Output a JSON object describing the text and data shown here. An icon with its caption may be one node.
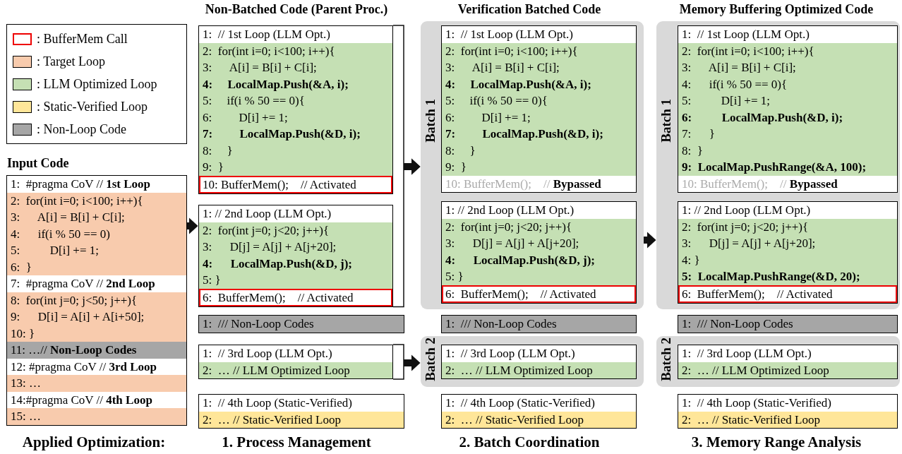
{
  "diagram": {
    "nodes": [
      {
        "text": [
          "Input Code",
          "1:  #pragma CoV // **1st Loop**",
          "2:  for(int i=0; i<100; i++){",
          "3:      A[i] = B[i] + C[i];",
          "4:      if(i % 50 == 0)",
          "5:          D[i] += 1;",
          "6:  }",
          "7:  #pragma CoV // **2nd Loop**",
          "8:  for(int j=0; j<50; j++){",
          "9:      D[i] = A[i] + A[i+50];",
          "10: }",
          "11: …// **Non-Loop Codes**",
          "12: #pragma CoV // **3rd Loop**",
          "13: …",
          "14:#pragma CoV // **4th Loop**",
          "15: …"
        ]
      },
      {
        "text": [
          "1:  // 1st Loop (LLM Opt.)",
          "2:  for(int i=0; i<100; i++){",
          "3:      A[i] = B[i] + C[i];",
          "4:     LocalMap.Push(&A, i);",
          "5:     if(i % 50 == 0){",
          "6:         D[i] += 1;",
          "7:         LocalMap.Push(&D, i);",
          "8:     }",
          "9:  }"
        ]
      },
      {
        "text": [
          "10: BufferMem();    // Activated"
        ],
        "in": 1
      },
      {
        "text": [
          "1: // 2nd Loop (LLM Opt.)",
          "2:  for(int j=0; j<20; j++){",
          "3:      D[j] = A[j] + A[j+20];",
          "4:      LocalMap.Push(&D, j);",
          "5: }"
        ]
      },
      {
        "text": [
          "6:  BufferMem();    // Activated"
        ],
        "in": 3
      },
      {
        "text": [
          "1:  /// Non-Loop Codes"
        ]
      },
      {
        "text": [
          "1:  // 3rd Loop (LLM Opt.)",
          "2:  … // LLM Optimized Loop"
        ]
      },
      {
        "text": [
          "1:  // 4th Loop (Static-Verified)",
          "2:  … // Static-Verified Loop"
        ]
      },
      {
        "text": [
          "Batch 1"
        ]
      },
      {
        "text": [
          "1:  // 1st Loop (LLM Opt.)",
          "2:  for(int i=0; i<100; i++){",
          "3:      A[i] = B[i] + C[i];",
          "4:     LocalMap.Push(&A, i);",
          "5:     if(i % 50 == 0){",
          "6:         D[i] += 1;",
          "7:         LocalMap.Push(&D, i);",
          "8:     }",
          "9:  }",
          "10: BufferMem();    // **Bypassed**"
        ],
        "in": 8
      },
      {
        "text": [
          "1: // 2nd Loop (LLM Opt.)",
          "2:  for(int j=0; j<20; j++){",
          "3:      D[j] = A[j] + A[j+20];",
          "4:      LocalMap.Push(&D, j);",
          "5: }"
        ],
        "in": 8
      },
      {
        "text": [
          "6:  BufferMem();    // Activated"
        ],
        "in": 10
      },
      {
        "text": [
          "1:  /// Non-Loop Codes"
        ]
      },
      {
        "text": [
          "Batch 2"
        ]
      },
      {
        "text": [
          "1:  // 3rd Loop (LLM Opt.)",
          "2:  … // LLM Optimized Loop"
        ],
        "in": 13
      },
      {
        "text": [
          "1:  // 4th Loop (Static-Verified)",
          "2:  … // Static-Verified Loop"
        ]
      },
      {
        "text": [
          "Batch 1"
        ]
      },
      {
        "text": [
          "1:  // 1st Loop (LLM Opt.)",
          "2:  for(int i=0; i<100; i++){",
          "3:      A[i] = B[i] + C[i];",
          "4:      if(i % 50 == 0){",
          "5:          D[i] += 1;",
          "6:          LocalMap.Push(&D, i);",
          "7:      }",
          "8:  }",
          "9:  LocalMap.PushRange(&A, 100);",
          "10: BufferMem();    // **Bypassed**"
        ],
        "in": 16
      },
      {
        "text": [
          "1: // 2nd Loop (LLM Opt.)",
          "2:  for(int j=0; j<20; j++){",
          "3:      D[j] = A[j] + A[j+20];",
          "4: }",
          "5:  LocalMap.PushRange(&D, 20);"
        ],
        "in": 16
      },
      {
        "text": [
          "6:  BufferMem();    // Activated"
        ],
        "in": 18
      },
      {
        "text": [
          "1:  /// Non-Loop Codes"
        ]
      },
      {
        "text": [
          "Batch 2"
        ]
      },
      {
        "text": [
          "1:  // 3rd Loop (LLM Opt.)",
          "2:  … // LLM Optimized Loop"
        ],
        "in": 21
      },
      {
        "text": [
          "1:  // 4th Loop (Static-Verified)",
          "2:  … // Static-Verified Loop"
        ]
      }
    ],
    "edges": [
      {
        "from": 0,
        "to": 3,
        "arrow": "to",
        "style": "thick"
      },
      {
        "from": 1,
        "to": 8,
        "arrow": "to"
      },
      {
        "from": 3,
        "to": 8,
        "arrow": "to"
      },
      {
        "from": 6,
        "to": 13,
        "arrow": "to"
      },
      {
        "from": 8,
        "to": 16,
        "arrow": "to",
        "style": "thick"
      }
    ],
    "labels": [
      "Non-Batched Code (Parent Proc.)",
      "Verification Batched Code",
      "Memory Buffering Optimized Code",
      "Applied Optimization:",
      "1. Process Management",
      "2. Batch Coordination",
      "3. Memory Range Analysis"
    ],
    "legend": [
      {
        "text": ": BufferMem Call"
      },
      {
        "text": ": Target Loop",
        "color": "#f8cbad"
      },
      {
        "text": ": LLM Optimized Loop",
        "color": "#c5e0b4"
      },
      {
        "text": ": Static-Verified Loop",
        "color": "#ffe699"
      },
      {
        "text": ": Non-Loop Code",
        "color": "#a6a6a6"
      }
    ]
  }
}
